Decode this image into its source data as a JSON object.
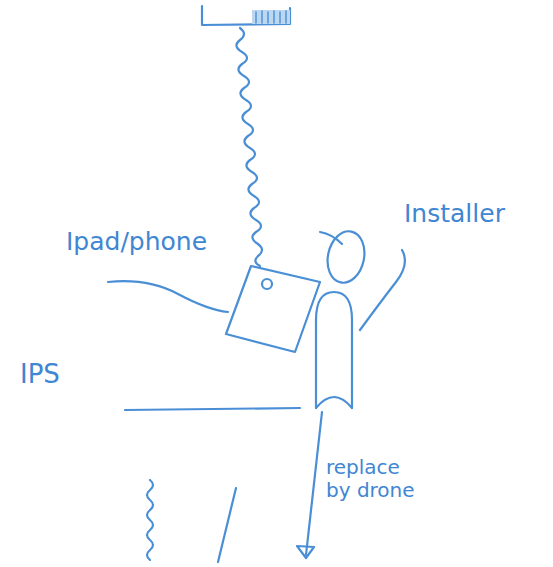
{
  "diagram": {
    "labels": [
      "Ipad/phone",
      "Installer",
      "IPS",
      "replace by drone"
    ]
  }
}
